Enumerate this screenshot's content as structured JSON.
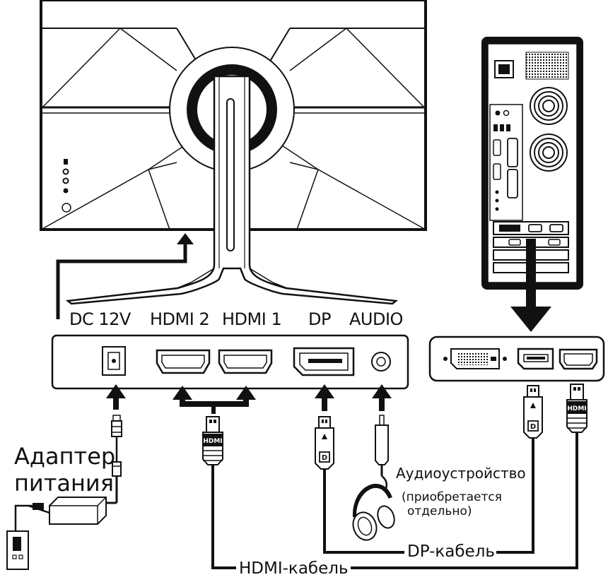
{
  "ports": {
    "dc12v": "DC 12V",
    "hdmi2": "HDMI 2",
    "hdmi1": "HDMI 1",
    "dp": "DP",
    "audio": "AUDIO"
  },
  "labels": {
    "adapter_line1": "Адаптер",
    "adapter_line2": "питания",
    "audio_device": "Аудиоустройство",
    "purchased_line1": "(приобретается",
    "purchased_line2": "отдельно)",
    "dp_cable": "DP-кабель",
    "hdmi_cable": "HDMI-кабель"
  },
  "connector_marks": {
    "hdmi_text": "HDMI",
    "dp_text": "D"
  },
  "colors": {
    "line": "#111111",
    "fill": "#ffffff"
  }
}
